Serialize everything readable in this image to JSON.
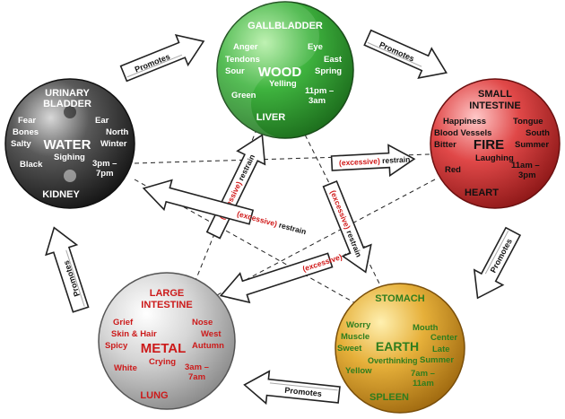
{
  "promotes_label": "Promotes",
  "restrain_excessive": "(excessive)",
  "restrain_word": "restrain",
  "colors": {
    "wood": "#3aa53a",
    "fire": "#d93a3a",
    "earth": "#e0a52a",
    "metal": "#b8b8b8",
    "water": "#3c3c3c",
    "metal_text": "#cc1a1a",
    "earth_text": "#2e7d1e",
    "excessive_red": "#d01818"
  },
  "elements": {
    "wood": {
      "name": "WOOD",
      "organ_top": "GALLBLADDER",
      "organ_bottom": "LIVER",
      "emotion": "Anger",
      "tissue": "Tendons",
      "taste": "Sour",
      "sense": "Eye",
      "direction": "East",
      "season": "Spring",
      "color": "Green",
      "sound": "Yelling",
      "time": "11pm –",
      "time2": "3am"
    },
    "fire": {
      "name": "FIRE",
      "organ_top": "SMALL",
      "organ_top2": "INTESTINE",
      "organ_bottom": "HEART",
      "emotion": "Happiness",
      "tissue": "Blood Vessels",
      "taste": "Bitter",
      "sense": "Tongue",
      "direction": "South",
      "season": "Summer",
      "color": "Red",
      "sound": "Laughing",
      "time": "11am –",
      "time2": "3pm"
    },
    "earth": {
      "name": "EARTH",
      "organ_top": "STOMACH",
      "organ_bottom": "SPLEEN",
      "emotion": "Worry",
      "tissue": "Muscle",
      "taste": "Sweet",
      "sense": "Mouth",
      "direction": "Center",
      "season": "Late",
      "season2": "Summer",
      "color": "Yellow",
      "sound": "Overthinking",
      "time": "7am –",
      "time2": "11am"
    },
    "metal": {
      "name": "METAL",
      "organ_top": "LARGE",
      "organ_top2": "INTESTINE",
      "organ_bottom": "LUNG",
      "emotion": "Grief",
      "tissue": "Skin & Hair",
      "taste": "Spicy",
      "sense": "Nose",
      "direction": "West",
      "season": "Autumn",
      "color": "White",
      "sound": "Crying",
      "time": "3am –",
      "time2": "7am"
    },
    "water": {
      "name": "WATER",
      "organ_top": "URINARY",
      "organ_top2": "BLADDER",
      "organ_bottom": "KIDNEY",
      "emotion": "Fear",
      "tissue": "Bones",
      "taste": "Salty",
      "sense": "Ear",
      "direction": "North",
      "season": "Winter",
      "color": "Black",
      "sound": "Sighing",
      "time": "3pm –",
      "time2": "7pm"
    }
  }
}
